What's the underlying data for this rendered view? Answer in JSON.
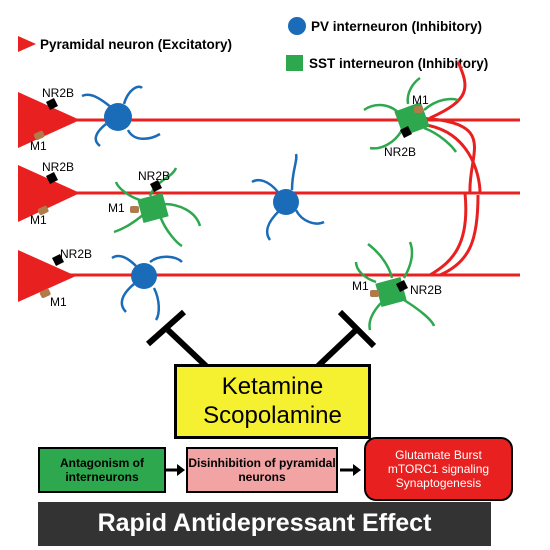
{
  "legend": {
    "pyramidal": "Pyramidal neuron (Excitatory)",
    "pv": "PV interneuron (Inhibitory)",
    "sst": "SST interneuron (Inhibitory)"
  },
  "labels": {
    "nr2b": "NR2B",
    "m1": "M1"
  },
  "drugs": {
    "line1": "Ketamine",
    "line2": "Scopolamine"
  },
  "steps": {
    "antagonism": "Antagonism of interneurons",
    "disinhibition": "Disinhibition of pyramidal neurons",
    "outcome_line1": "Glutamate Burst",
    "outcome_line2": "mTORC1 signaling",
    "outcome_line3": "Synaptogenesis"
  },
  "effect": "Rapid Antidepressant Effect",
  "colors": {
    "pyramidal": "#e82020",
    "pv": "#1a6bb8",
    "sst": "#2ea84e",
    "drug_box": "#f5f030",
    "disinhibition_box": "#f2a3a3",
    "effect_bar": "#333333"
  }
}
